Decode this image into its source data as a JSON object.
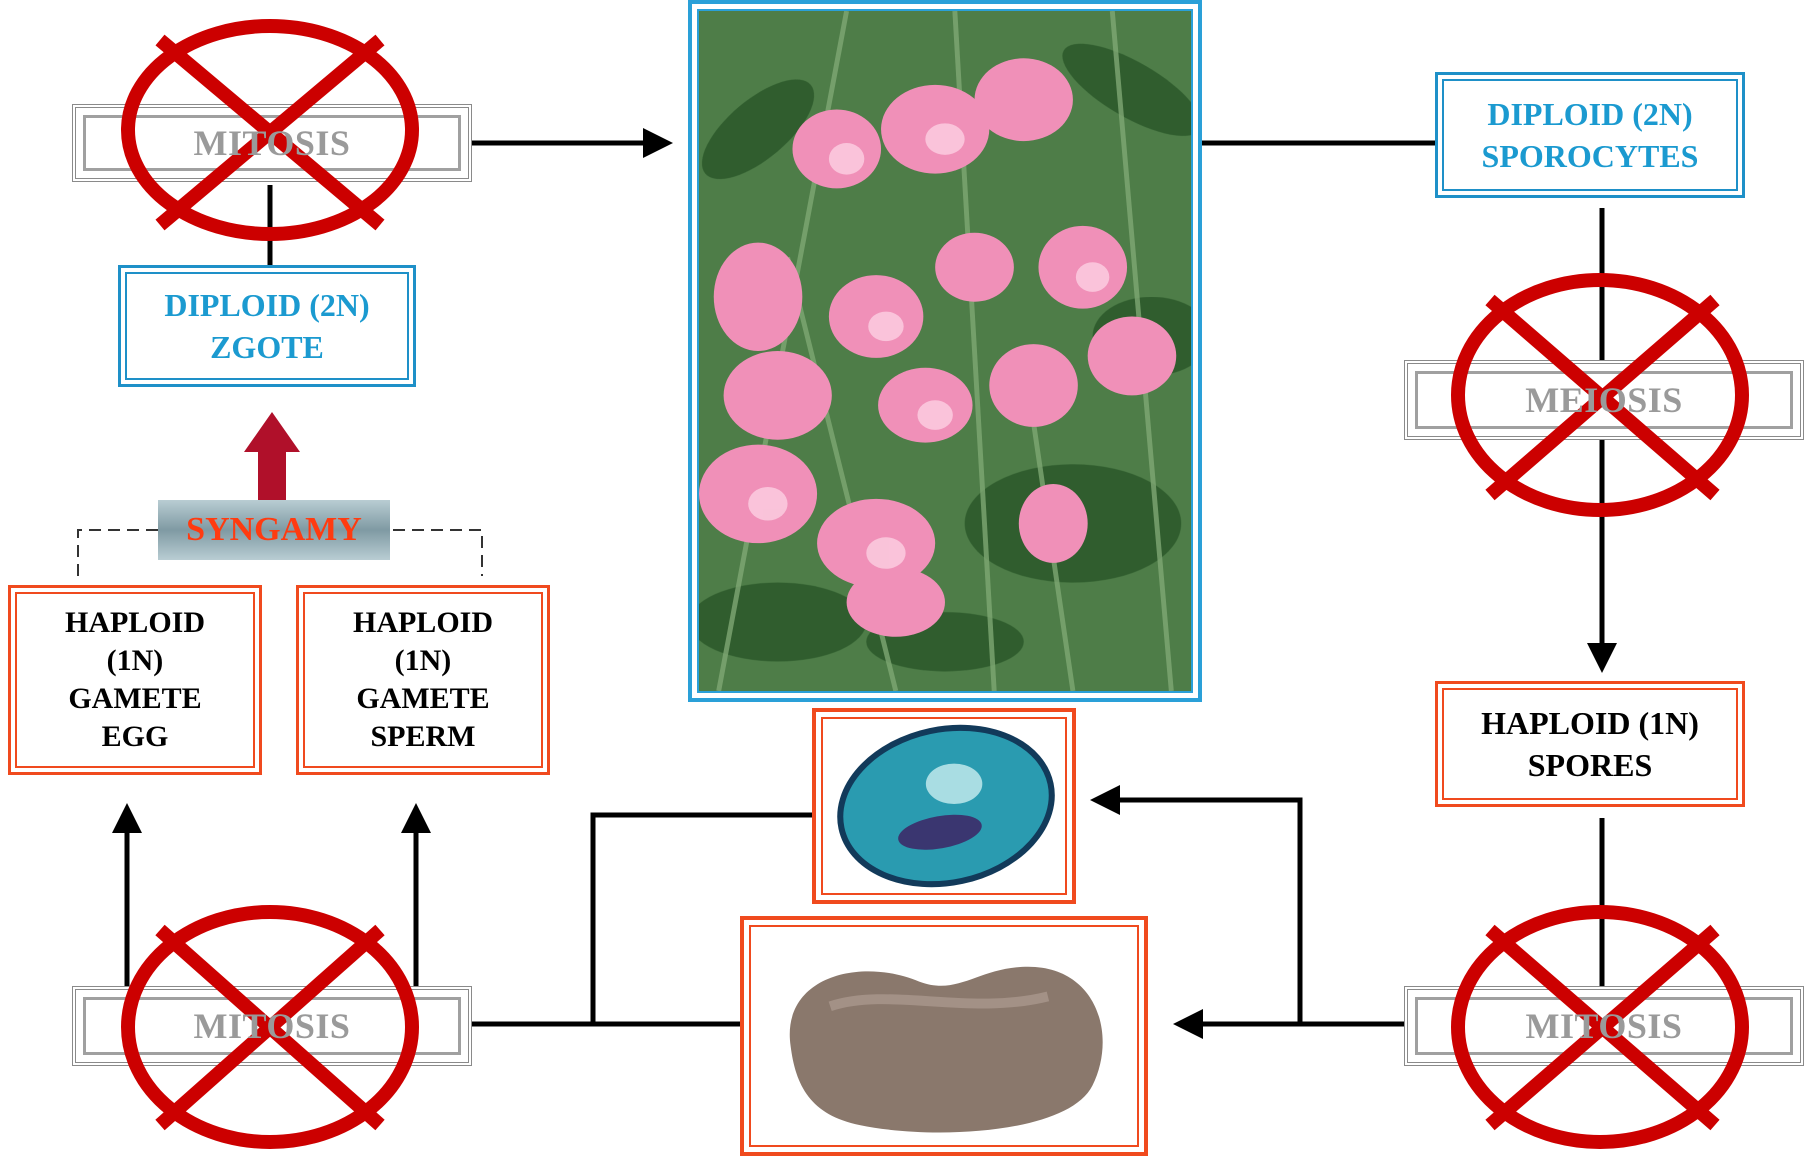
{
  "process_labels": {
    "mitosis_top_left": "MITOSIS",
    "meiosis_right": "MEIOSIS",
    "mitosis_bottom_left": "MITOSIS",
    "mitosis_bottom_right": "MITOSIS"
  },
  "boxes": {
    "zygote": {
      "line1": "DIPLOID (2N)",
      "line2": "ZGOTE"
    },
    "sporocytes": {
      "line1": "DIPLOID (2N)",
      "line2": "SPOROCYTES"
    },
    "spores": {
      "line1": "HAPLOID (1N)",
      "line2": "SPORES"
    },
    "egg": {
      "line1": "HAPLOID",
      "line2": "(1N)",
      "line3": "GAMETE",
      "line4": "EGG"
    },
    "sperm": {
      "line1": "HAPLOID",
      "line2": "(1N)",
      "line3": "GAMETE",
      "line4": "SPERM"
    },
    "syngamy": "SYNGAMY"
  },
  "colors": {
    "blue": "#1e90c8",
    "red_border": "#f04a1e",
    "cross_red": "#cc0000",
    "syngamy_arrow": "#b0102a",
    "process_gray": "#9a9a9a"
  }
}
